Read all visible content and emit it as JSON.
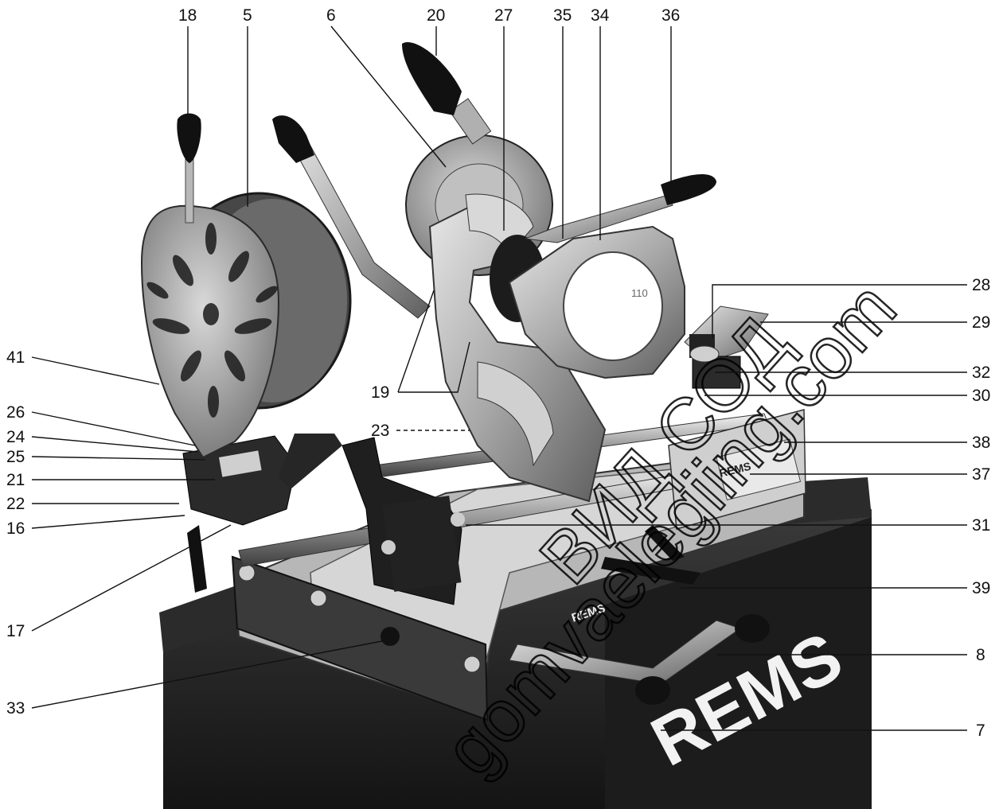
{
  "labels": {
    "n18": "18",
    "n5": "5",
    "n6": "6",
    "n20": "20",
    "n27": "27",
    "n35": "35",
    "n34": "34",
    "n36": "36",
    "n28": "28",
    "n29": "29",
    "n41": "41",
    "n32": "32",
    "n19": "19",
    "n30": "30",
    "n26": "26",
    "n23": "23",
    "n24": "24",
    "n38": "38",
    "n25": "25",
    "n21": "21",
    "n37": "37",
    "n22": "22",
    "n16": "16",
    "n31": "31",
    "n39": "39",
    "n17": "17",
    "n8": "8",
    "n33": "33",
    "n7": "7"
  },
  "machine": {
    "brand_plate": "REMS",
    "brand_side": "REMS",
    "brand_cabinet": "REMS",
    "clamp_marking": "110"
  },
  "watermark": {
    "line1": "ВИД СОД",
    "line2": "gomvaelegiing.com"
  }
}
